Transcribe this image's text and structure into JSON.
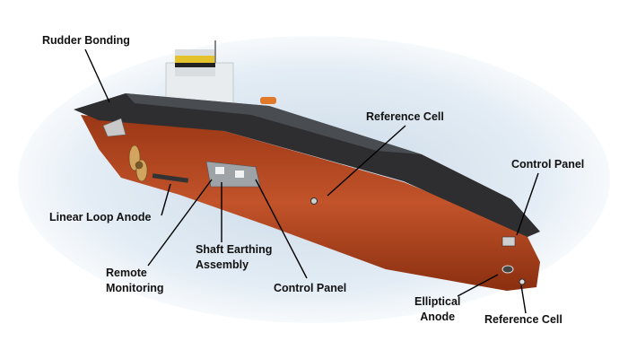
{
  "labels": {
    "rudder_bonding": "Rudder Bonding",
    "reference_cell_top": "Reference Cell",
    "control_panel_bow": "Control Panel",
    "linear_loop_anode": "Linear Loop Anode",
    "shaft_earthing_line1": "Shaft Earthing",
    "shaft_earthing_line2": "Assembly",
    "remote_monitoring_line1": "Remote",
    "remote_monitoring_line2": "Monitoring",
    "control_panel_mid": "Control Panel",
    "elliptical_anode_line1": "Elliptical",
    "elliptical_anode_line2": "Anode",
    "reference_cell_bow": "Reference Cell"
  },
  "colors": {
    "hull": "#b3461f",
    "deck": "#2e2e30",
    "sea": "#dbe6f0"
  }
}
